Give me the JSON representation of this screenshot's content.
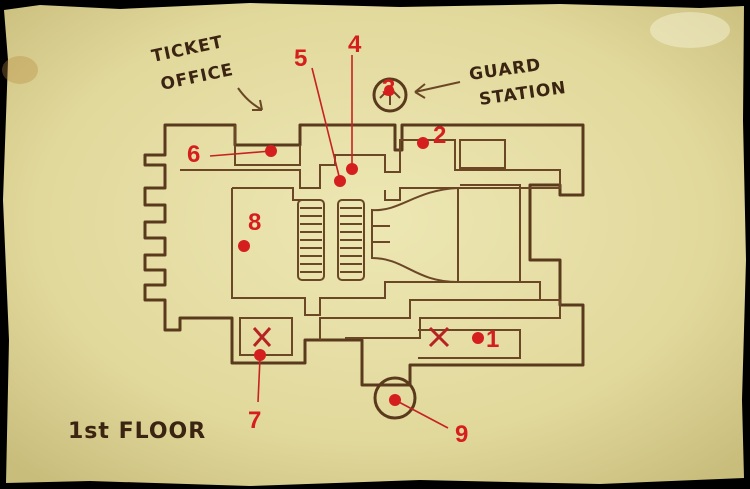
{
  "map": {
    "floor_label": "1st FLOOR",
    "annotations": {
      "ticket_office": [
        "TICKET",
        "OFFICE"
      ],
      "guard_station": [
        "GUARD",
        "STATION"
      ]
    },
    "markers": [
      {
        "id": "1"
      },
      {
        "id": "2"
      },
      {
        "id": "3"
      },
      {
        "id": "4"
      },
      {
        "id": "5"
      },
      {
        "id": "6"
      },
      {
        "id": "7"
      },
      {
        "id": "8"
      },
      {
        "id": "9"
      }
    ],
    "colors": {
      "paper": "#e6dfa6",
      "ink": "#4a2e15",
      "marker": "#d51f1f",
      "background": "#000000"
    }
  }
}
